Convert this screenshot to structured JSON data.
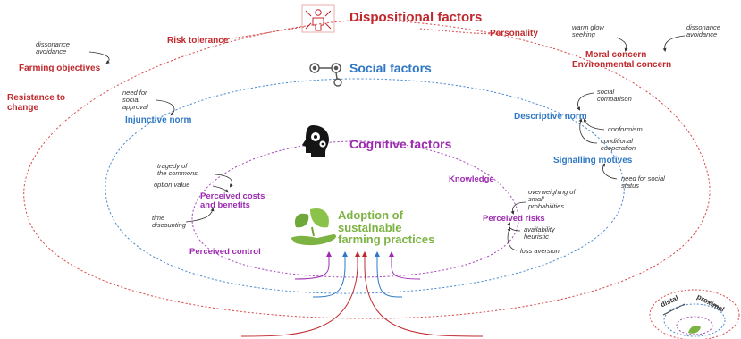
{
  "colors": {
    "dispositional": "#c0282c",
    "social": "#2f78c4",
    "cognitive": "#9c2bb0",
    "adoption": "#7cb342"
  },
  "icons": {
    "dispositional": "person-network-icon",
    "social": "social-network-icon",
    "cognitive": "head-gears-icon",
    "adoption": "hand-leaf-icon",
    "legend": "distance-target-icon"
  },
  "dispositional": {
    "heading": "Dispositional factors",
    "risk_tolerance": "Risk tolerance",
    "farming_objectives": "Farming objectives",
    "resistance_to_change": "Resistance to\nchange",
    "personality": "Personality",
    "moral_concern": "Moral concern",
    "environmental_concern": "Environmental concern",
    "notes": {
      "dissonance_avoidance_left": "dissonance\navoidance",
      "warm_glow": "warm glow\nseeking",
      "dissonance_avoidance_right": "dissonance\navoidance"
    }
  },
  "social": {
    "heading": "Social factors",
    "injunctive_norm": "Injunctive norm",
    "descriptive_norm": "Descriptive norm",
    "signalling_motives": "Signalling  motives",
    "notes": {
      "need_social_approval": "need for\nsocial\napproval",
      "social_comparison": "social\ncomparison",
      "conformism": "conformism",
      "conditional_cooperation": "conditional\ncooperation",
      "need_social_status": "need for social\nstatus"
    }
  },
  "cognitive": {
    "heading": "Cognitive factors",
    "perceived_costs": "Perceived costs\nand benefits",
    "perceived_control": "Perceived control",
    "knowledge": "Knowledge",
    "perceived_risks": "Perceived risks",
    "notes": {
      "tragedy_commons": "tragedy of\nthe commons",
      "option_value": "option value",
      "time_discounting": "time\ndiscounting",
      "overweighing": "overweighing of\nsmall\nprobabilities",
      "availability": "availability\nheuristic",
      "loss_aversion": "loss aversion"
    }
  },
  "adoption": {
    "label": "Adoption of\nsustainable\nfarming practices"
  },
  "legend": {
    "distal": "distal",
    "proximal": "proximal"
  }
}
